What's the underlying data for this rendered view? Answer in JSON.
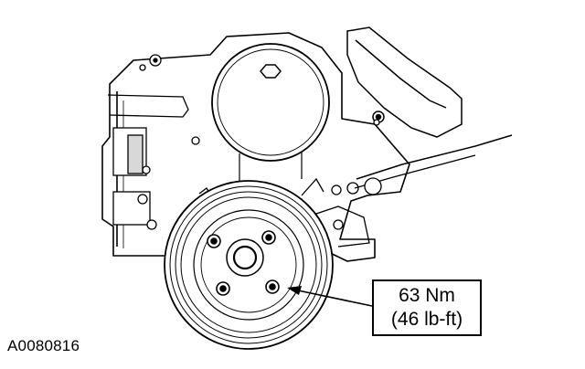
{
  "callout": {
    "torque_nm": "63 Nm",
    "torque_lbft": "(46 lb-ft)"
  },
  "figure_id": "A0080816",
  "colors": {
    "line": "#000000",
    "background": "#ffffff",
    "panel_shade": "#d8d8d8"
  }
}
